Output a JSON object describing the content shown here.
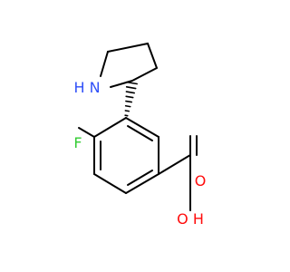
{
  "molecule": {
    "atoms": {
      "F": "F",
      "NH": "H N",
      "O": "O",
      "OH": "O H"
    },
    "colors": {
      "bond": "#000000",
      "F": "#33cc33",
      "N": "#3050f8",
      "O": "#ff0d0d",
      "background": "#ffffff"
    },
    "stereo": "hashed-wedge"
  }
}
